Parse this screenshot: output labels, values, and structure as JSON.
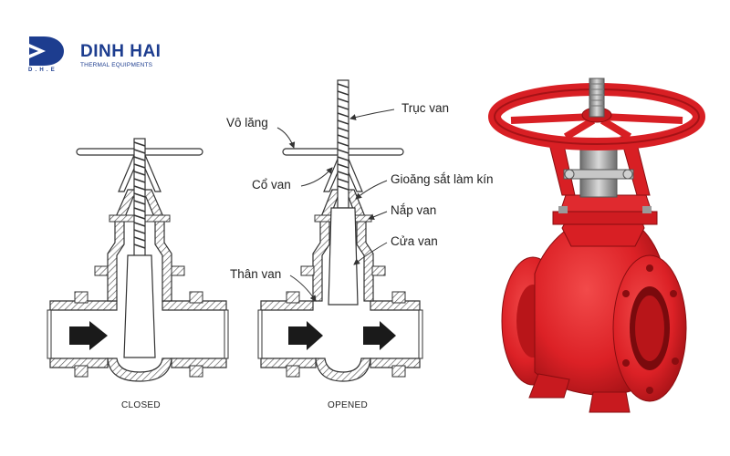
{
  "brand": {
    "name": "DINH HAI",
    "subtitle": "THERMAL EQUIPMENTS",
    "monogram": "D.H.E",
    "color": "#1d3d8f"
  },
  "diagram": {
    "captions": {
      "closed": "CLOSED",
      "opened": "OPENED"
    },
    "labels": {
      "handwheel": "Vô lăng",
      "stem": "Trục van",
      "neck": "Cổ van",
      "seal": "Gioăng sắt làm kín",
      "bonnet": "Nắp van",
      "gate": "Cửa van",
      "body": "Thân van"
    },
    "hatch_color": "#555555"
  },
  "photo": {
    "valve_color": "#e0262b",
    "icon": "red-gate-valve"
  }
}
